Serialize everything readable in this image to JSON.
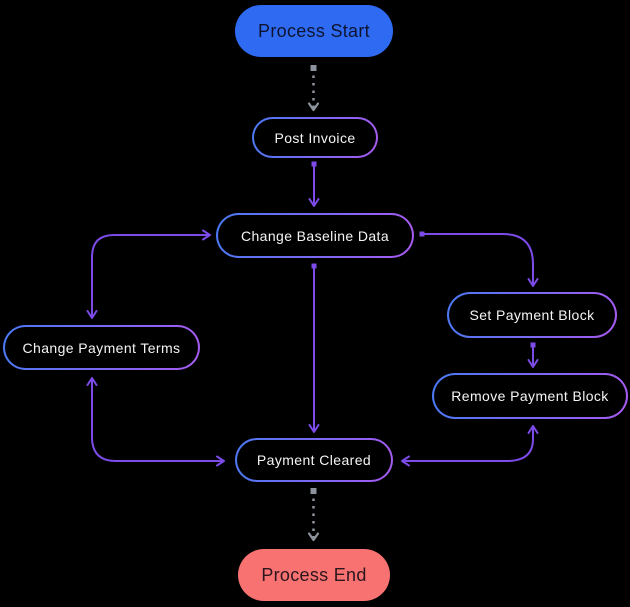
{
  "diagram": {
    "background_color": "#000000",
    "edge_color": "#7C4BE8",
    "dotted_edge_color": "#8C939C",
    "node_border_gradient": [
      "#4B79F4",
      "#A75AF0"
    ],
    "nodes": {
      "process_start": {
        "label": "Process Start",
        "type": "start",
        "fill": "#2E6BF2",
        "text_color": "#0E1430"
      },
      "post_invoice": {
        "label": "Post Invoice",
        "type": "activity",
        "text_color": "#F5F5F7"
      },
      "change_baseline_data": {
        "label": "Change Baseline Data",
        "type": "activity",
        "text_color": "#F5F5F7"
      },
      "change_payment_terms": {
        "label": "Change Payment Terms",
        "type": "activity",
        "text_color": "#F5F5F7"
      },
      "set_payment_block": {
        "label": "Set Payment Block",
        "type": "activity",
        "text_color": "#F5F5F7"
      },
      "remove_payment_block": {
        "label": "Remove Payment Block",
        "type": "activity",
        "text_color": "#F5F5F7"
      },
      "payment_cleared": {
        "label": "Payment Cleared",
        "type": "activity",
        "text_color": "#F5F5F7"
      },
      "process_end": {
        "label": "Process End",
        "type": "end",
        "fill": "#F87272",
        "text_color": "#2A161C"
      }
    },
    "edges": [
      {
        "from": "process_start",
        "to": "post_invoice",
        "style": "dotted",
        "bidirectional": false
      },
      {
        "from": "post_invoice",
        "to": "change_baseline_data",
        "style": "solid",
        "bidirectional": false
      },
      {
        "from": "change_baseline_data",
        "to": "change_payment_terms",
        "style": "solid",
        "bidirectional": true
      },
      {
        "from": "change_baseline_data",
        "to": "payment_cleared",
        "style": "solid",
        "bidirectional": false
      },
      {
        "from": "change_baseline_data",
        "to": "set_payment_block",
        "style": "solid",
        "bidirectional": false
      },
      {
        "from": "set_payment_block",
        "to": "remove_payment_block",
        "style": "solid",
        "bidirectional": false
      },
      {
        "from": "change_payment_terms",
        "to": "payment_cleared",
        "style": "solid",
        "bidirectional": true
      },
      {
        "from": "remove_payment_block",
        "to": "payment_cleared",
        "style": "solid",
        "bidirectional": true
      },
      {
        "from": "payment_cleared",
        "to": "process_end",
        "style": "dotted",
        "bidirectional": false
      }
    ]
  }
}
